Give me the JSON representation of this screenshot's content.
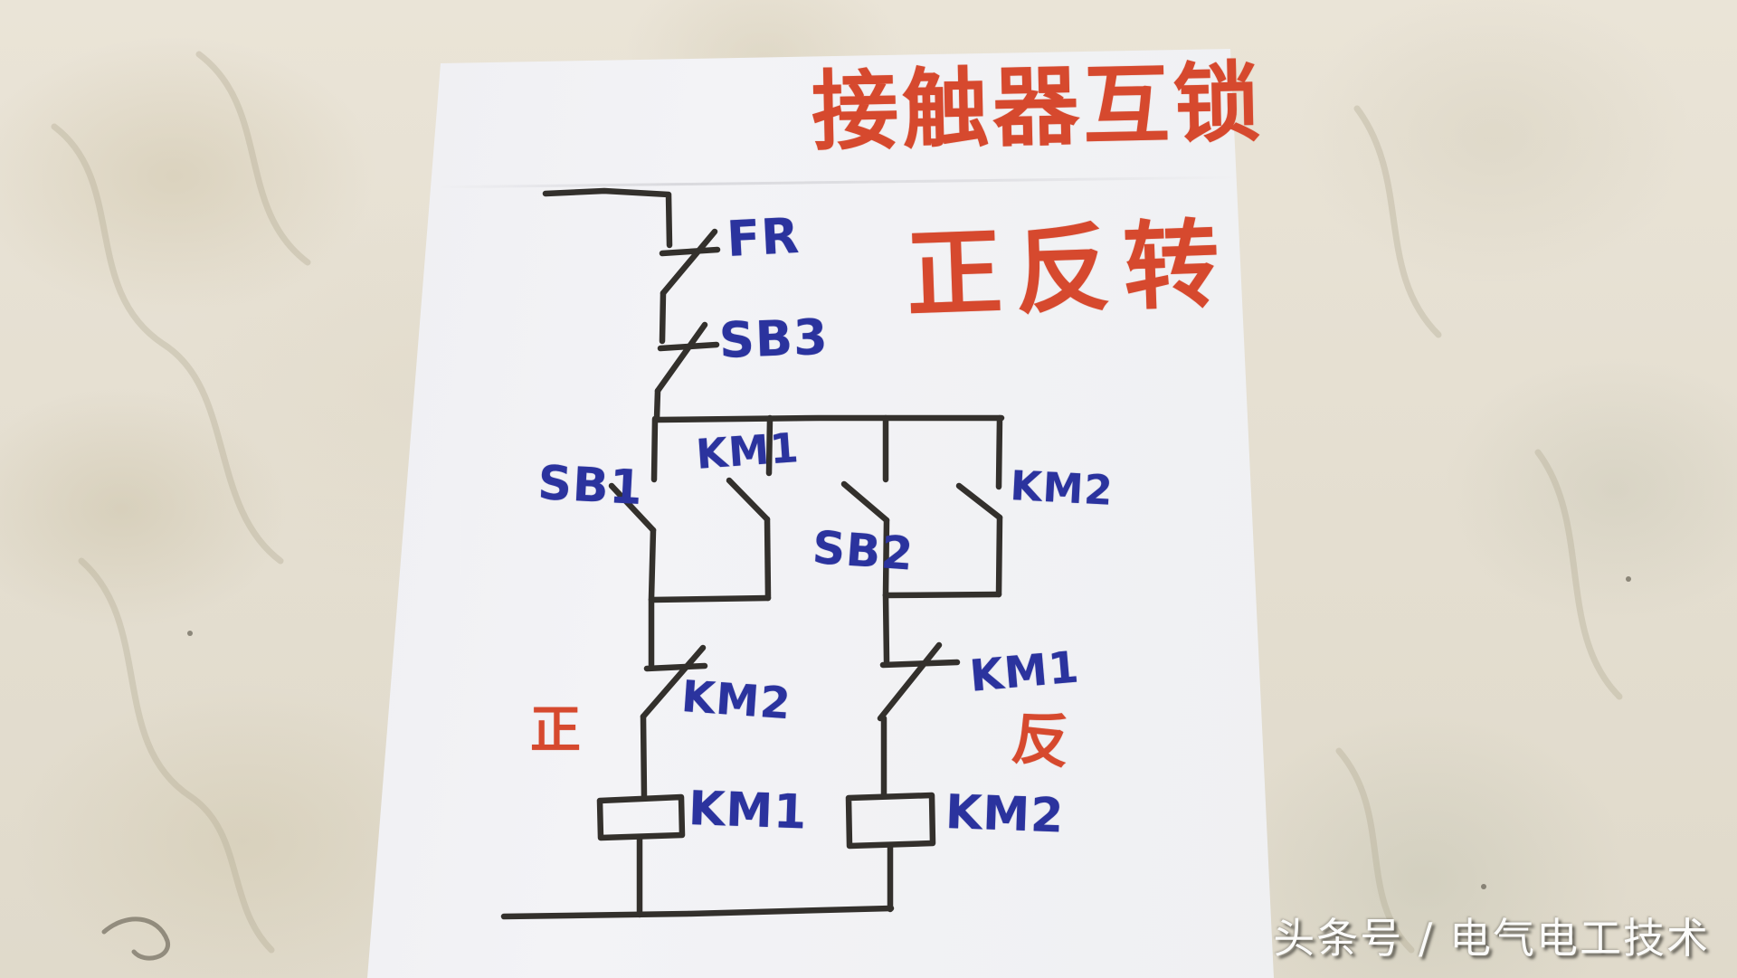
{
  "photo": {
    "title": "接触器互锁",
    "subtitle": "正反转",
    "watermark": "头条号 / 电气电工技术"
  },
  "diagram": {
    "kind": "hand-drawn contactor interlock forward-reverse control circuit",
    "labels": {
      "fr": "FR",
      "sb3": "SB3",
      "sb1": "SB1",
      "km1_aux": "KM1",
      "sb2": "SB2",
      "km2_aux": "KM2",
      "km2_interlock": "KM2",
      "km1_interlock": "KM1",
      "km1_coil": "KM1",
      "km2_coil": "KM2",
      "forward": "正",
      "reverse": "反"
    },
    "components": [
      {
        "id": "FR",
        "symbol": "normally-closed contact in supply line"
      },
      {
        "id": "SB3",
        "symbol": "normally-closed stop button contact"
      },
      {
        "id": "SB1",
        "symbol": "normally-open start contact, forward branch"
      },
      {
        "id": "KM1 aux",
        "symbol": "normally-open holding contact parallel with SB1"
      },
      {
        "id": "SB2",
        "symbol": "normally-open start contact, reverse branch"
      },
      {
        "id": "KM2 aux",
        "symbol": "normally-open holding contact parallel with SB2"
      },
      {
        "id": "KM2 interlock",
        "symbol": "normally-closed contact in forward branch"
      },
      {
        "id": "KM1 interlock",
        "symbol": "normally-closed contact in reverse branch"
      },
      {
        "id": "KM1 coil",
        "symbol": "coil rectangle, forward (正)"
      },
      {
        "id": "KM2 coil",
        "symbol": "coil rectangle, reverse (反)"
      }
    ],
    "colors": {
      "ink_black": "#33302c",
      "ink_blue": "#2b339e",
      "ink_red": "#d6492e",
      "paper": "#f1f1f4",
      "tablecloth": "#e6e0d1"
    }
  }
}
